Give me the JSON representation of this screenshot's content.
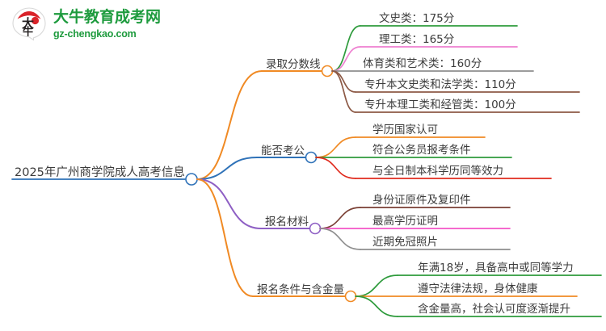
{
  "logo": {
    "mark_name": "daniu-logo-icon",
    "title": "大牛教育成考网",
    "domain": "gz-chengkao.com",
    "brand_color": "#1e9b3e",
    "accent_color": "#d9232a"
  },
  "mindmap": {
    "root": {
      "label": "2025年广州商学院成人高考信息",
      "color": "#2f72b8"
    },
    "branches": [
      {
        "label": "录取分数线",
        "color": "#f08a24",
        "children": [
          {
            "label": "文史类：175分",
            "color": "#2e9b3c"
          },
          {
            "label": "理工类：165分",
            "color": "#ee7fd0"
          },
          {
            "label": "体育类和艺术类：160分",
            "color": "#8e8e8e"
          },
          {
            "label": "专升本文史类和法学类：110分",
            "color": "#8d5a46"
          },
          {
            "label": "专升本理工类和经管类：100分",
            "color": "#8d5a46"
          }
        ]
      },
      {
        "label": "能否考公",
        "color": "#2f72b8",
        "children": [
          {
            "label": "学历国家认可",
            "color": "#f08a24"
          },
          {
            "label": "符合公务员报考条件",
            "color": "#2e9b3c"
          },
          {
            "label": "与全日制本科学历同等效力",
            "color": "#e02b1e"
          }
        ]
      },
      {
        "label": "报名材料",
        "color": "#8e5fc4",
        "children": [
          {
            "label": "身份证原件及复印件",
            "color": "#7a3f34"
          },
          {
            "label": "最高学历证明",
            "color": "#f455c8"
          },
          {
            "label": "近期免冠照片",
            "color": "#8e8e8e"
          }
        ]
      },
      {
        "label": "报名条件与含金量",
        "color": "#f08a24",
        "children": [
          {
            "label": "年满18岁，具备高中或同等学力",
            "color": "#2e9b3c"
          },
          {
            "label": "遵守法律法规，身体健康",
            "color": "#f08a24"
          },
          {
            "label": "含金量高，社会认可度逐渐提升",
            "color": "#2e9b3c"
          }
        ]
      }
    ]
  }
}
